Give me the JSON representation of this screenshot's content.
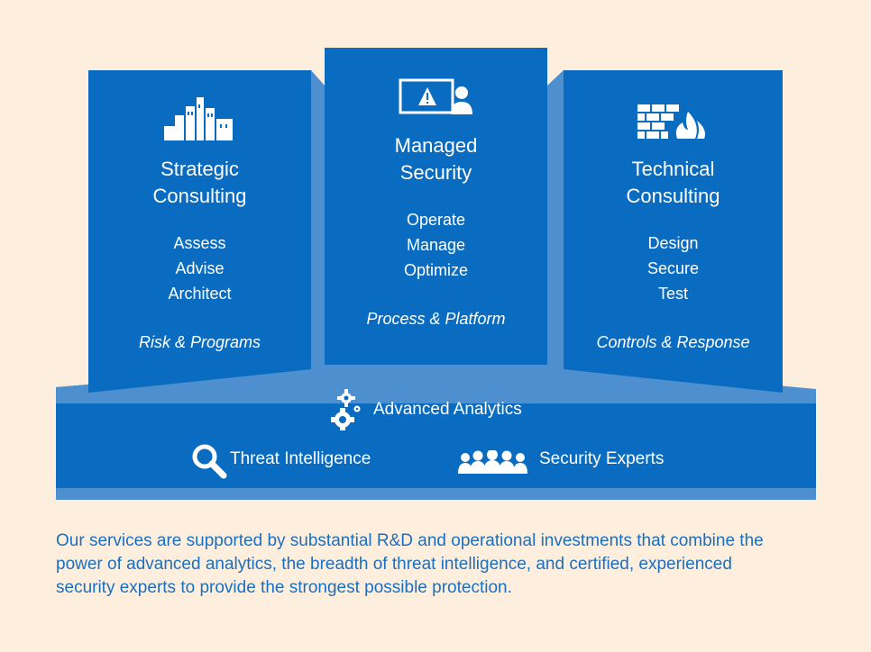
{
  "colors": {
    "background": "#fdeedd",
    "blue_dark": "#0a6cc1",
    "blue_light": "#4e8fd0",
    "text_blue": "#1b6fc0"
  },
  "pillars": [
    {
      "icon": "city-skyline-icon",
      "title_lines": [
        "Strategic",
        "Consulting"
      ],
      "items": [
        "Assess",
        "Advise",
        "Architect"
      ],
      "tagline": "Risk & Programs"
    },
    {
      "icon": "monitor-alert-icon",
      "title_lines": [
        "Managed",
        "Security"
      ],
      "items": [
        "Operate",
        "Manage",
        "Optimize"
      ],
      "tagline": "Process & Platform"
    },
    {
      "icon": "firewall-icon",
      "title_lines": [
        "Technical",
        "Consulting"
      ],
      "items": [
        "Design",
        "Secure",
        "Test"
      ],
      "tagline": "Controls & Response"
    }
  ],
  "base": {
    "analytics": "Advanced Analytics",
    "threat": "Threat Intelligence",
    "experts": "Security Experts"
  },
  "footer_text": "Our services are supported by substantial R&D and operational investments that combine the power of advanced analytics, the breadth of threat intelligence, and certified, experienced security experts to provide the strongest possible protection."
}
